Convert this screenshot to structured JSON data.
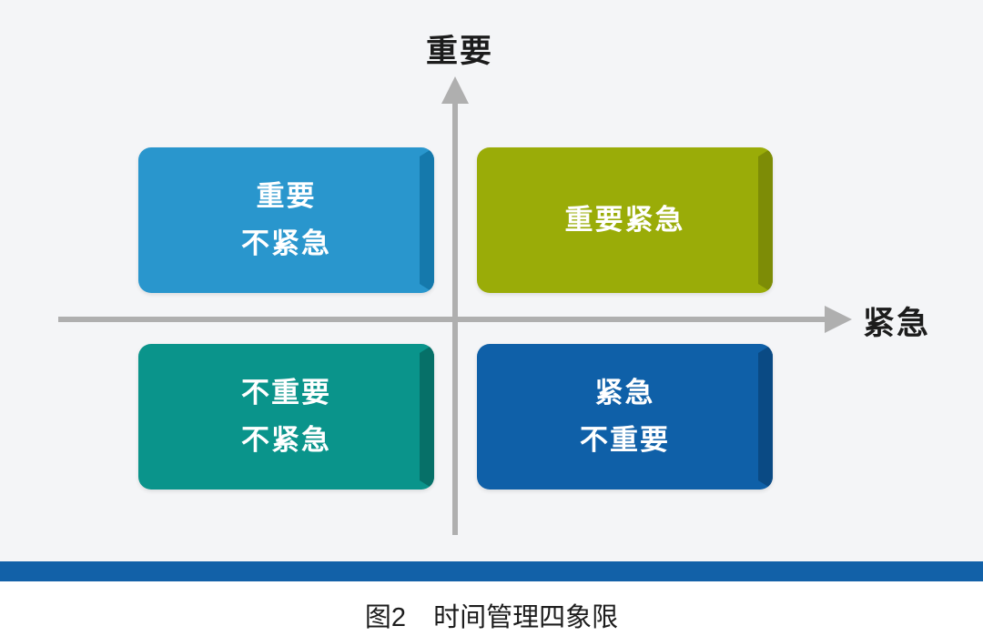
{
  "diagram": {
    "y_axis_label": "重要",
    "x_axis_label": "紧急",
    "quadrants": [
      {
        "position": "top-left",
        "lines": [
          "重要",
          "不紧急"
        ],
        "color": "#2996CD",
        "edge_color": "#1579AC"
      },
      {
        "position": "top-right",
        "lines": [
          "重要紧急"
        ],
        "color": "#9AAC08",
        "edge_color": "#7D8C06"
      },
      {
        "position": "bottom-left",
        "lines": [
          "不重要",
          "不紧急"
        ],
        "color": "#0A948B",
        "edge_color": "#067068"
      },
      {
        "position": "bottom-right",
        "lines": [
          "紧急",
          "不重要"
        ],
        "color": "#0F60A8",
        "edge_color": "#0A4A84"
      }
    ],
    "axis_color": "#AFAFAF",
    "bottom_bar_color": "#1261A8",
    "caption_figure": "图2",
    "caption_title": "时间管理四象限"
  }
}
